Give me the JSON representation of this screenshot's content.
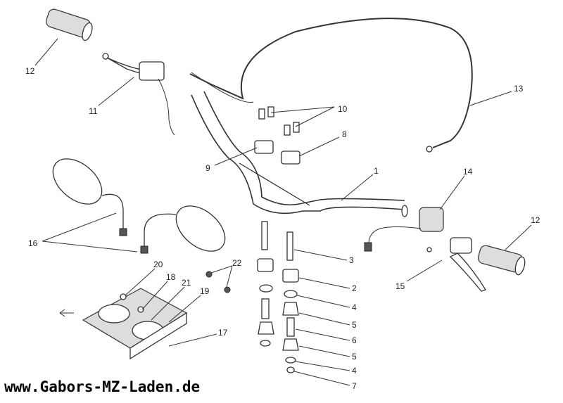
{
  "diagram": {
    "callouts": [
      "12",
      "11",
      "13",
      "10",
      "8",
      "9",
      "1",
      "14",
      "12",
      "16",
      "3",
      "20",
      "22",
      "18",
      "21",
      "19",
      "2",
      "15",
      "4",
      "5",
      "6",
      "17",
      "5",
      "4",
      "7"
    ]
  },
  "watermark": "www.Gabors-MZ-Laden.de"
}
